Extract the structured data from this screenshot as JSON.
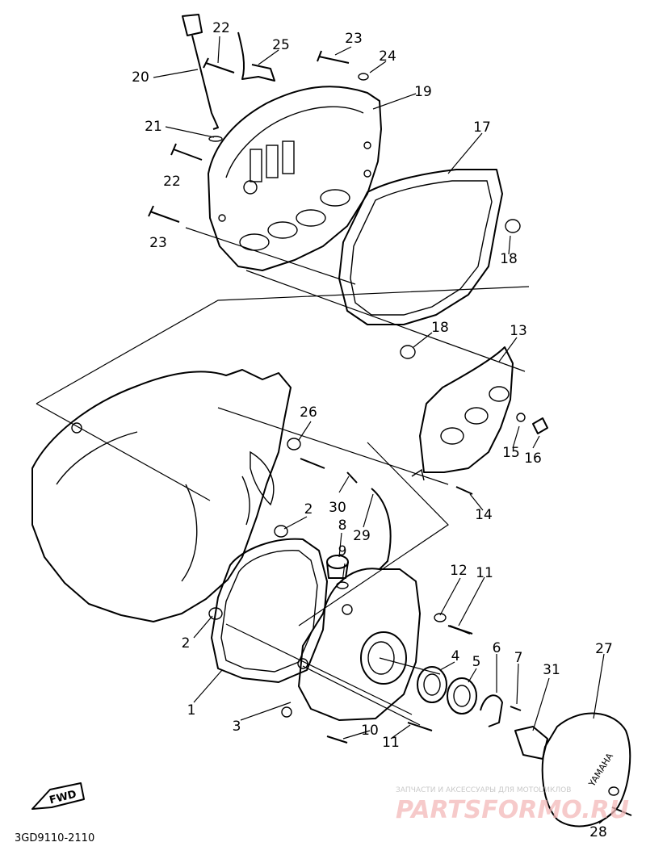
{
  "diagram": {
    "drawing_code": "3GD9110-2110",
    "fwd_label": "FWD",
    "cover_brand": "YAMAHA",
    "callouts": [
      {
        "id": "1",
        "label": "1"
      },
      {
        "id": "2a",
        "label": "2"
      },
      {
        "id": "2b",
        "label": "2"
      },
      {
        "id": "3",
        "label": "3"
      },
      {
        "id": "4",
        "label": "4"
      },
      {
        "id": "5",
        "label": "5"
      },
      {
        "id": "6",
        "label": "6"
      },
      {
        "id": "7",
        "label": "7"
      },
      {
        "id": "8",
        "label": "8"
      },
      {
        "id": "9",
        "label": "9"
      },
      {
        "id": "10",
        "label": "10"
      },
      {
        "id": "11a",
        "label": "11"
      },
      {
        "id": "11b",
        "label": "11"
      },
      {
        "id": "12",
        "label": "12"
      },
      {
        "id": "13",
        "label": "13"
      },
      {
        "id": "14",
        "label": "14"
      },
      {
        "id": "15",
        "label": "15"
      },
      {
        "id": "16",
        "label": "16"
      },
      {
        "id": "17",
        "label": "17"
      },
      {
        "id": "18a",
        "label": "18"
      },
      {
        "id": "18b",
        "label": "18"
      },
      {
        "id": "19",
        "label": "19"
      },
      {
        "id": "20",
        "label": "20"
      },
      {
        "id": "21",
        "label": "21"
      },
      {
        "id": "22a",
        "label": "22"
      },
      {
        "id": "22b",
        "label": "22"
      },
      {
        "id": "23a",
        "label": "23"
      },
      {
        "id": "23b",
        "label": "23"
      },
      {
        "id": "24",
        "label": "24"
      },
      {
        "id": "25",
        "label": "25"
      },
      {
        "id": "26",
        "label": "26"
      },
      {
        "id": "27",
        "label": "27"
      },
      {
        "id": "28",
        "label": "28"
      },
      {
        "id": "29",
        "label": "29"
      },
      {
        "id": "30",
        "label": "30"
      },
      {
        "id": "31",
        "label": "31"
      }
    ]
  },
  "watermark": {
    "line1": "ЗАПЧАСТИ И АКСЕССУАРЫ ДЛЯ МОТОЦИКЛОВ",
    "line2": "PARTSFORMO.RU"
  }
}
